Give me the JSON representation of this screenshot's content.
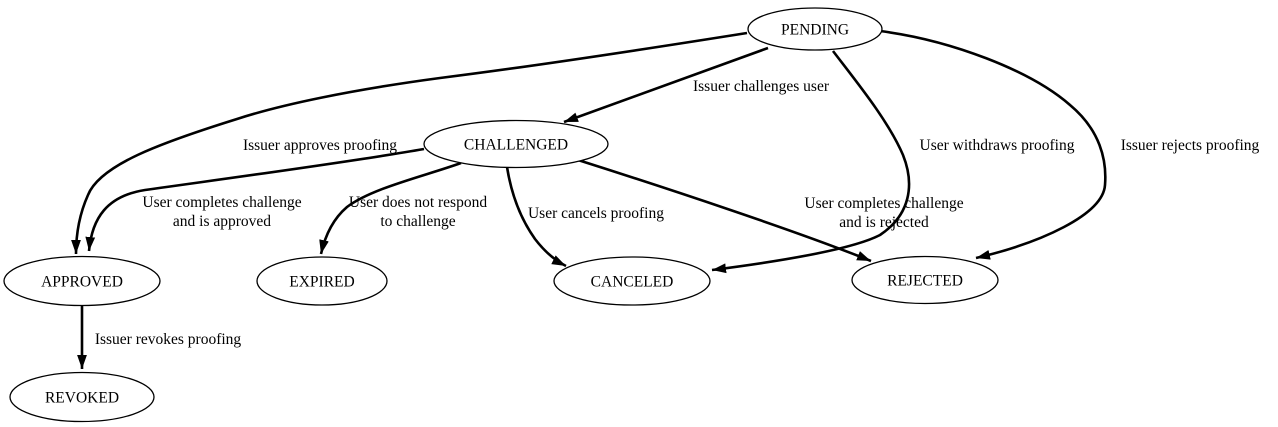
{
  "diagram": {
    "type": "state-machine",
    "background_color": "#ffffff",
    "line_color": "#000000",
    "text_color": "#000000",
    "nodes": {
      "pending": {
        "label": "PENDING"
      },
      "challenged": {
        "label": "CHALLENGED"
      },
      "approved": {
        "label": "APPROVED"
      },
      "expired": {
        "label": "EXPIRED"
      },
      "canceled": {
        "label": "CANCELED"
      },
      "rejected": {
        "label": "REJECTED"
      },
      "revoked": {
        "label": "REVOKED"
      }
    },
    "edges": {
      "pending_to_challenged": {
        "from": "PENDING",
        "to": "CHALLENGED",
        "label": "Issuer challenges user"
      },
      "pending_to_approved": {
        "from": "PENDING",
        "to": "APPROVED",
        "label": "Issuer approves proofing"
      },
      "pending_to_canceled": {
        "from": "PENDING",
        "to": "CANCELED",
        "label": "User withdraws proofing"
      },
      "pending_to_rejected": {
        "from": "PENDING",
        "to": "REJECTED",
        "label": "Issuer rejects proofing"
      },
      "challenged_to_approved": {
        "from": "CHALLENGED",
        "to": "APPROVED",
        "label_line1": "User completes challenge",
        "label_line2": "and is approved"
      },
      "challenged_to_expired": {
        "from": "CHALLENGED",
        "to": "EXPIRED",
        "label_line1": "User does not respond",
        "label_line2": "to challenge"
      },
      "challenged_to_canceled": {
        "from": "CHALLENGED",
        "to": "CANCELED",
        "label": "User cancels proofing"
      },
      "challenged_to_rejected": {
        "from": "CHALLENGED",
        "to": "REJECTED",
        "label_line1": "User completes challenge",
        "label_line2": "and is rejected"
      },
      "approved_to_revoked": {
        "from": "APPROVED",
        "to": "REVOKED",
        "label": "Issuer revokes proofing"
      }
    }
  }
}
